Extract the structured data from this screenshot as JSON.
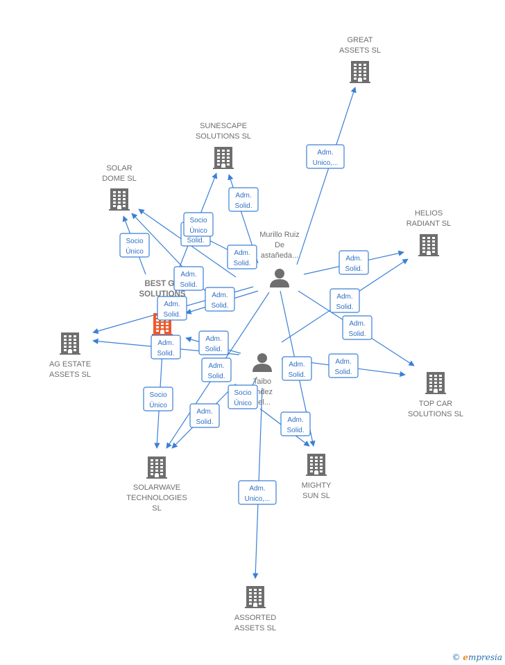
{
  "colors": {
    "edge": "#3a7fd6",
    "building": "#6e6e6e",
    "building_main": "#ef5a2a",
    "person": "#6e6e6e"
  },
  "nodes": [
    {
      "id": "great",
      "type": "company",
      "lines": [
        "GREAT",
        "ASSETS  SL"
      ]
    },
    {
      "id": "sunescape",
      "type": "company",
      "lines": [
        "SUNESCAPE",
        "SOLUTIONS  SL"
      ]
    },
    {
      "id": "solar_dome",
      "type": "company",
      "lines": [
        "SOLAR",
        "DOME  SL"
      ]
    },
    {
      "id": "helios",
      "type": "company",
      "lines": [
        "HELIOS",
        "RADIANT  SL"
      ]
    },
    {
      "id": "best",
      "type": "company_main",
      "lines": [
        "BEST GR",
        "SOLUTIONS"
      ]
    },
    {
      "id": "murillo",
      "type": "person",
      "lines": [
        "Murillo Ruiz",
        "De",
        "astañeda..."
      ]
    },
    {
      "id": "ag_estate",
      "type": "company",
      "lines": [
        "AG ESTATE",
        "ASSETS  SL"
      ]
    },
    {
      "id": "taibo",
      "type": "person",
      "lines": [
        "Taibo",
        "andez",
        "uel..."
      ]
    },
    {
      "id": "top_car",
      "type": "company",
      "lines": [
        "TOP CAR",
        "SOLUTIONS  SL"
      ]
    },
    {
      "id": "solarwave",
      "type": "company",
      "lines": [
        "SOLARWAVE",
        "TECHNOLOGIES",
        "SL"
      ]
    },
    {
      "id": "mighty",
      "type": "company",
      "lines": [
        "MIGHTY",
        "SUN  SL"
      ]
    },
    {
      "id": "assorted",
      "type": "company",
      "lines": [
        "ASSORTED",
        "ASSETS  SL"
      ]
    }
  ],
  "edges": [
    {
      "lines": [
        "Adm.",
        "Unico,..."
      ]
    },
    {
      "lines": [
        "Adm.",
        "Solid."
      ]
    },
    {
      "lines": [
        "Socio",
        "Único"
      ]
    },
    {
      "lines": [
        "Adm.",
        "Solid."
      ]
    },
    {
      "lines": [
        "Socio",
        "Único"
      ]
    },
    {
      "lines": [
        "Adm.",
        "Solid."
      ]
    },
    {
      "lines": [
        "Adm.",
        "Solid."
      ]
    },
    {
      "lines": [
        "Adm.",
        "Solid."
      ]
    },
    {
      "lines": [
        "Adm.",
        "Solid."
      ]
    },
    {
      "lines": [
        "Adm.",
        "Solid."
      ]
    },
    {
      "lines": [
        "Adm.",
        "Solid."
      ]
    },
    {
      "lines": [
        "Adm.",
        "Solid."
      ]
    },
    {
      "lines": [
        "Adm.",
        "Solid."
      ]
    },
    {
      "lines": [
        "Adm.",
        "Solid."
      ]
    },
    {
      "lines": [
        "Adm.",
        "Solid."
      ]
    },
    {
      "lines": [
        "Adm.",
        "Solid."
      ]
    },
    {
      "lines": [
        "Adm.",
        "Solid."
      ]
    },
    {
      "lines": [
        "Socio",
        "Único"
      ]
    },
    {
      "lines": [
        "Adm.",
        "Solid."
      ]
    },
    {
      "lines": [
        "Socio",
        "Único"
      ]
    },
    {
      "lines": [
        "Adm.",
        "Solid."
      ]
    },
    {
      "lines": [
        "Adm.",
        "Unico,..."
      ]
    }
  ],
  "brand": {
    "copyright": "©",
    "e": "e",
    "rest": "mpresia"
  }
}
